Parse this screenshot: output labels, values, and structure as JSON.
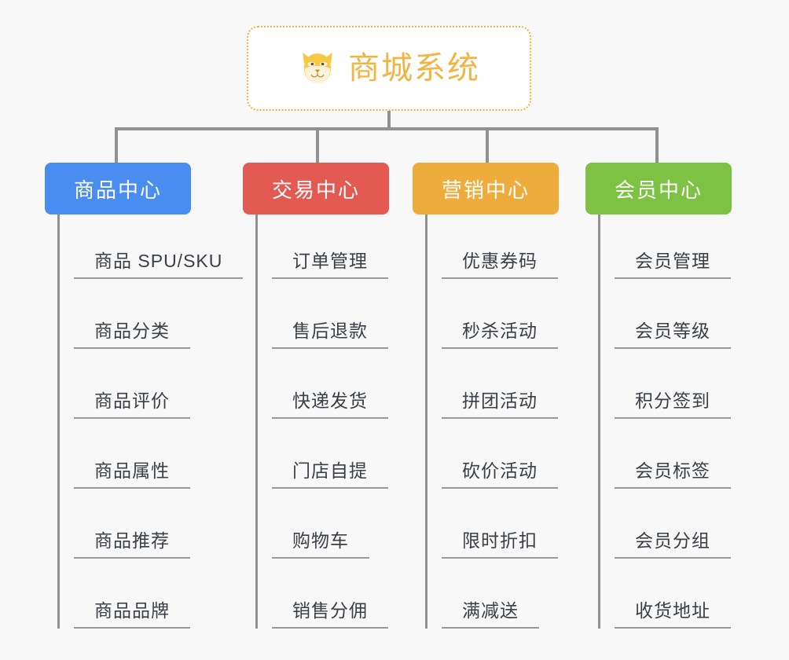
{
  "root": {
    "title": "商城系统",
    "icon": "shiba-dog-face-icon",
    "border_color": "#f0b33d",
    "text_color": "#f2b544"
  },
  "connector_color": "#919191",
  "background_color": "#f8f8f8",
  "columns": [
    {
      "label": "商品中心",
      "color": "#4a8df0",
      "items": [
        "商品 SPU/SKU",
        "商品分类",
        "商品评价",
        "商品属性",
        "商品推荐",
        "商品品牌"
      ]
    },
    {
      "label": "交易中心",
      "color": "#e35a53",
      "items": [
        "订单管理",
        "售后退款",
        "快递发货",
        "门店自提",
        "购物车",
        "销售分佣"
      ]
    },
    {
      "label": "营销中心",
      "color": "#eeac3c",
      "items": [
        "优惠券码",
        "秒杀活动",
        "拼团活动",
        "砍价活动",
        "限时折扣",
        "满减送"
      ]
    },
    {
      "label": "会员中心",
      "color": "#79c martial"
    }
  ]
}
